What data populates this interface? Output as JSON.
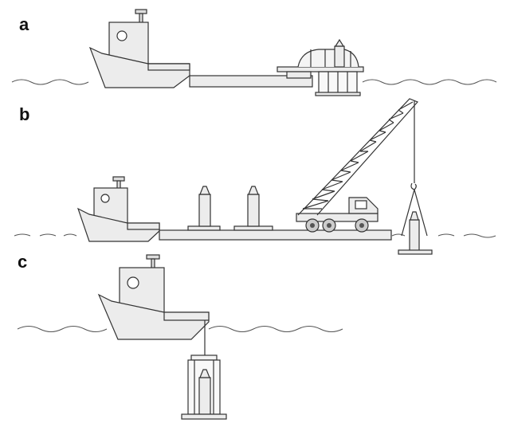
{
  "panels": [
    {
      "label": "a"
    },
    {
      "label": "b"
    },
    {
      "label": "c"
    }
  ],
  "colors": {
    "outline": "#333333",
    "fill": "#ececec",
    "water": "#555555",
    "background": "#ffffff"
  }
}
